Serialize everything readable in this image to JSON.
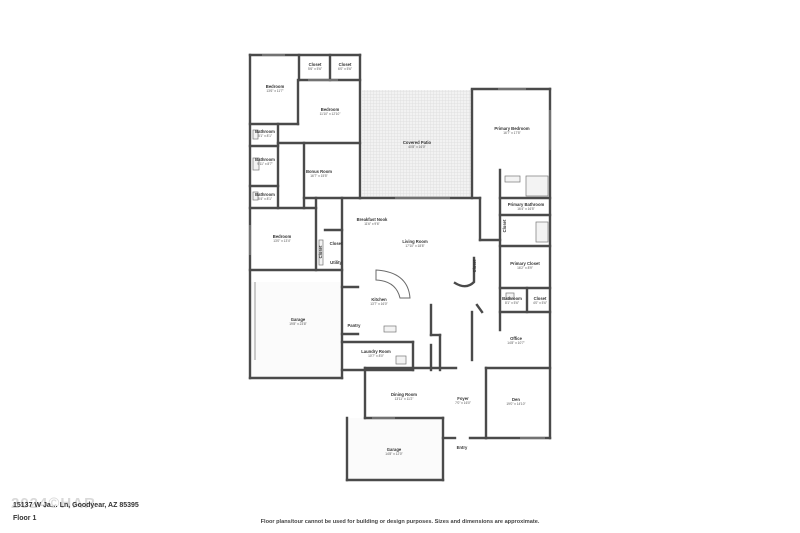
{
  "footer": {
    "address": "15137 W Ja… Ln, Goodyear, AZ 85395",
    "watermark": "2024©HAR",
    "floor": "Floor 1",
    "disclaimer": "Floor plans/tour cannot be used for building or design purposes. Sizes and dimensions are approximate."
  },
  "rooms": {
    "bedroom_1": {
      "name": "Bedroom",
      "dim": "13'6\" x 11'7\""
    },
    "closet_1": {
      "name": "Closet",
      "dim": "5'6\" x 5'6\""
    },
    "closet_2": {
      "name": "Closet",
      "dim": "6'0\" x 5'6\""
    },
    "bedroom_2": {
      "name": "Bedroom",
      "dim": "11'10\" x 12'10\""
    },
    "covered_patio": {
      "name": "Covered Patio",
      "dim": "40'8\" x 16'0\""
    },
    "primary_bedroom": {
      "name": "Primary Bedroom",
      "dim": "16'7\" x 17'5\""
    },
    "bathroom_1": {
      "name": "Bathroom",
      "dim": "5'1\" x 8'1\""
    },
    "bathroom_2": {
      "name": "Bathroom",
      "dim": "9'11\" x 8'7\""
    },
    "bathroom_3": {
      "name": "Bathroom",
      "dim": "5'4\" x 8'1\""
    },
    "bonus_room": {
      "name": "Bonus Room",
      "dim": "16'7\" x 15'5\""
    },
    "primary_bathroom": {
      "name": "Primary Bathroom",
      "dim": "16'4\" x 16'5\""
    },
    "bedroom_3": {
      "name": "Bedroom",
      "dim": "13'0\" x 13'4\""
    },
    "breakfast_nook": {
      "name": "Breakfast Nook",
      "dim": "11'6\" x 9'6\""
    },
    "closet_3": {
      "name": "Closet",
      "dim": ""
    },
    "living_room": {
      "name": "Living Room",
      "dim": "17'10\" x 18'8\""
    },
    "closet_4": {
      "name": "Closet",
      "dim": ""
    },
    "primary_closet": {
      "name": "Primary Closet",
      "dim": "16'2\" x 8'9\""
    },
    "closet_5": {
      "name": "Closet",
      "dim": ""
    },
    "closet_6": {
      "name": "Closet",
      "dim": ""
    },
    "utility": {
      "name": "Utility",
      "dim": ""
    },
    "garage_1": {
      "name": "Garage",
      "dim": "19'8\" x 23'8\""
    },
    "kitchen": {
      "name": "Kitchen",
      "dim": "13'7\" x 16'0\""
    },
    "bathroom_4": {
      "name": "Bathroom",
      "dim": "8'1\" x 5'6\""
    },
    "closet_7": {
      "name": "Closet",
      "dim": "4'0\" x 5'6\""
    },
    "pantry": {
      "name": "Pantry",
      "dim": ""
    },
    "office": {
      "name": "Office",
      "dim": "14'8\" x 10'7\""
    },
    "laundry_room": {
      "name": "Laundry Room",
      "dim": "10'7\" x 8'0\""
    },
    "dining_room": {
      "name": "Dining Room",
      "dim": "13'11\" x 11'2\""
    },
    "foyer": {
      "name": "Foyer",
      "dim": "7'0\" x 16'0\""
    },
    "den": {
      "name": "Den",
      "dim": "19'0\" x 14'10\""
    },
    "garage_2": {
      "name": "Garage",
      "dim": "14'8\" x 12'0\""
    },
    "entry": {
      "name": "Entry",
      "dim": ""
    }
  }
}
